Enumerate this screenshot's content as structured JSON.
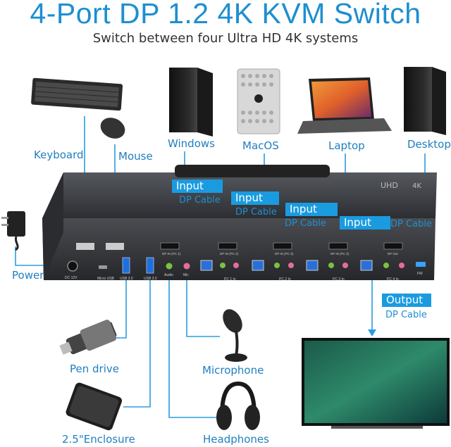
{
  "header": {
    "title": "4-Port DP 1.2 4K KVM Switch",
    "subtitle": "Switch between four Ultra HD 4K systems"
  },
  "devices": {
    "keyboard": "Keyboard",
    "mouse": "Mouse",
    "windows": "Windows",
    "macos": "MacOS",
    "laptop": "Laptop",
    "desktop": "Desktop",
    "power": "Power",
    "pen_drive": "Pen drive",
    "enclosure": "2.5\"Enclosure",
    "microphone": "Microphone",
    "headphones": "Headphones"
  },
  "cables": {
    "input_tag": "Input",
    "input_cable": "DP Cable",
    "output_tag": "Output",
    "output_cable": "DP Cable"
  },
  "panel_labels": {
    "logo": "UHD",
    "brand": "4K",
    "dc": "DC 12V",
    "micro_usb": "Micro USB",
    "usb1": "USB 3.0",
    "usb2": "USB 3.0",
    "audio": "Audio",
    "mic": "Mic",
    "pc1": "PC 1 In",
    "pc2": "PC 2 In",
    "pc3": "PC 3 In",
    "pc4": "PC 4 In",
    "dp1": "DP IN (PC 1)",
    "dp2": "DP IN (PC 2)",
    "dp3": "DP IN (PC 3)",
    "dp4": "DP IN (PC 4)",
    "dpout": "DP Out",
    "fw": "FW"
  },
  "colors": {
    "accent": "#1a9be0",
    "line": "#2a9de0",
    "chassis": "#3b3d42"
  }
}
